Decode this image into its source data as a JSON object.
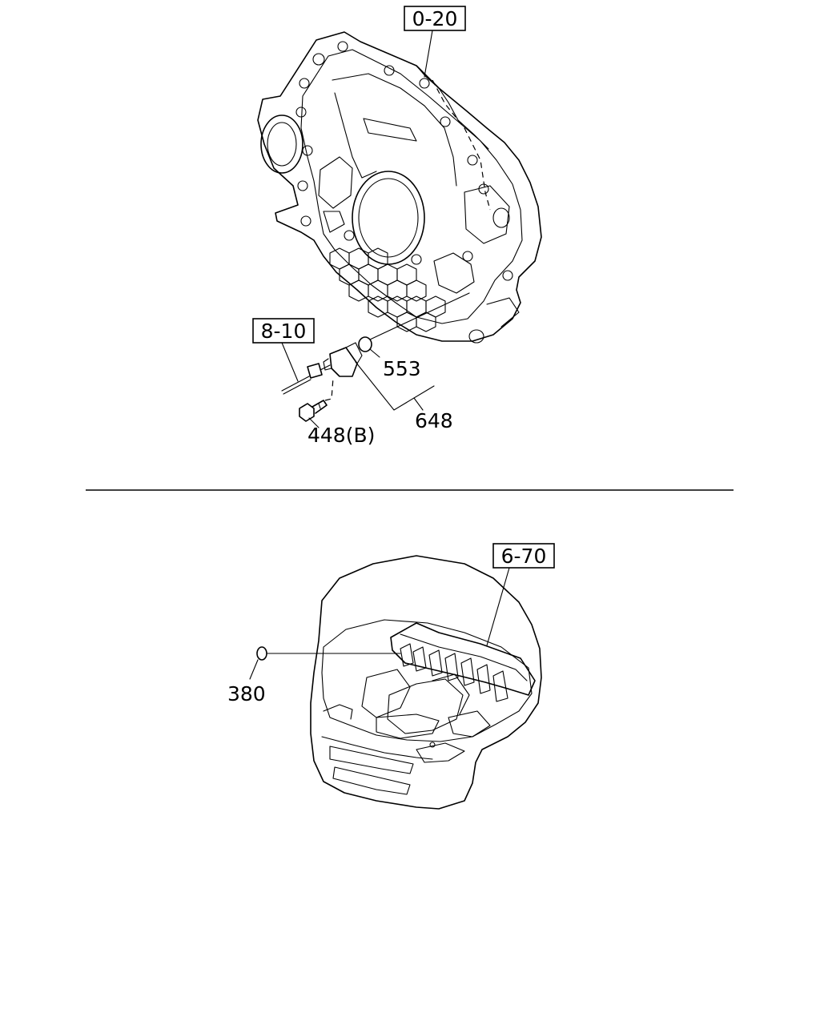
{
  "ref_boxes": {
    "top": "0-20",
    "sensor": "8-10",
    "cab": "6-70"
  },
  "part_numbers": {
    "o_ring": "553",
    "sensor_assembly": "648",
    "bolt": "448(B)",
    "grommet": "380"
  }
}
